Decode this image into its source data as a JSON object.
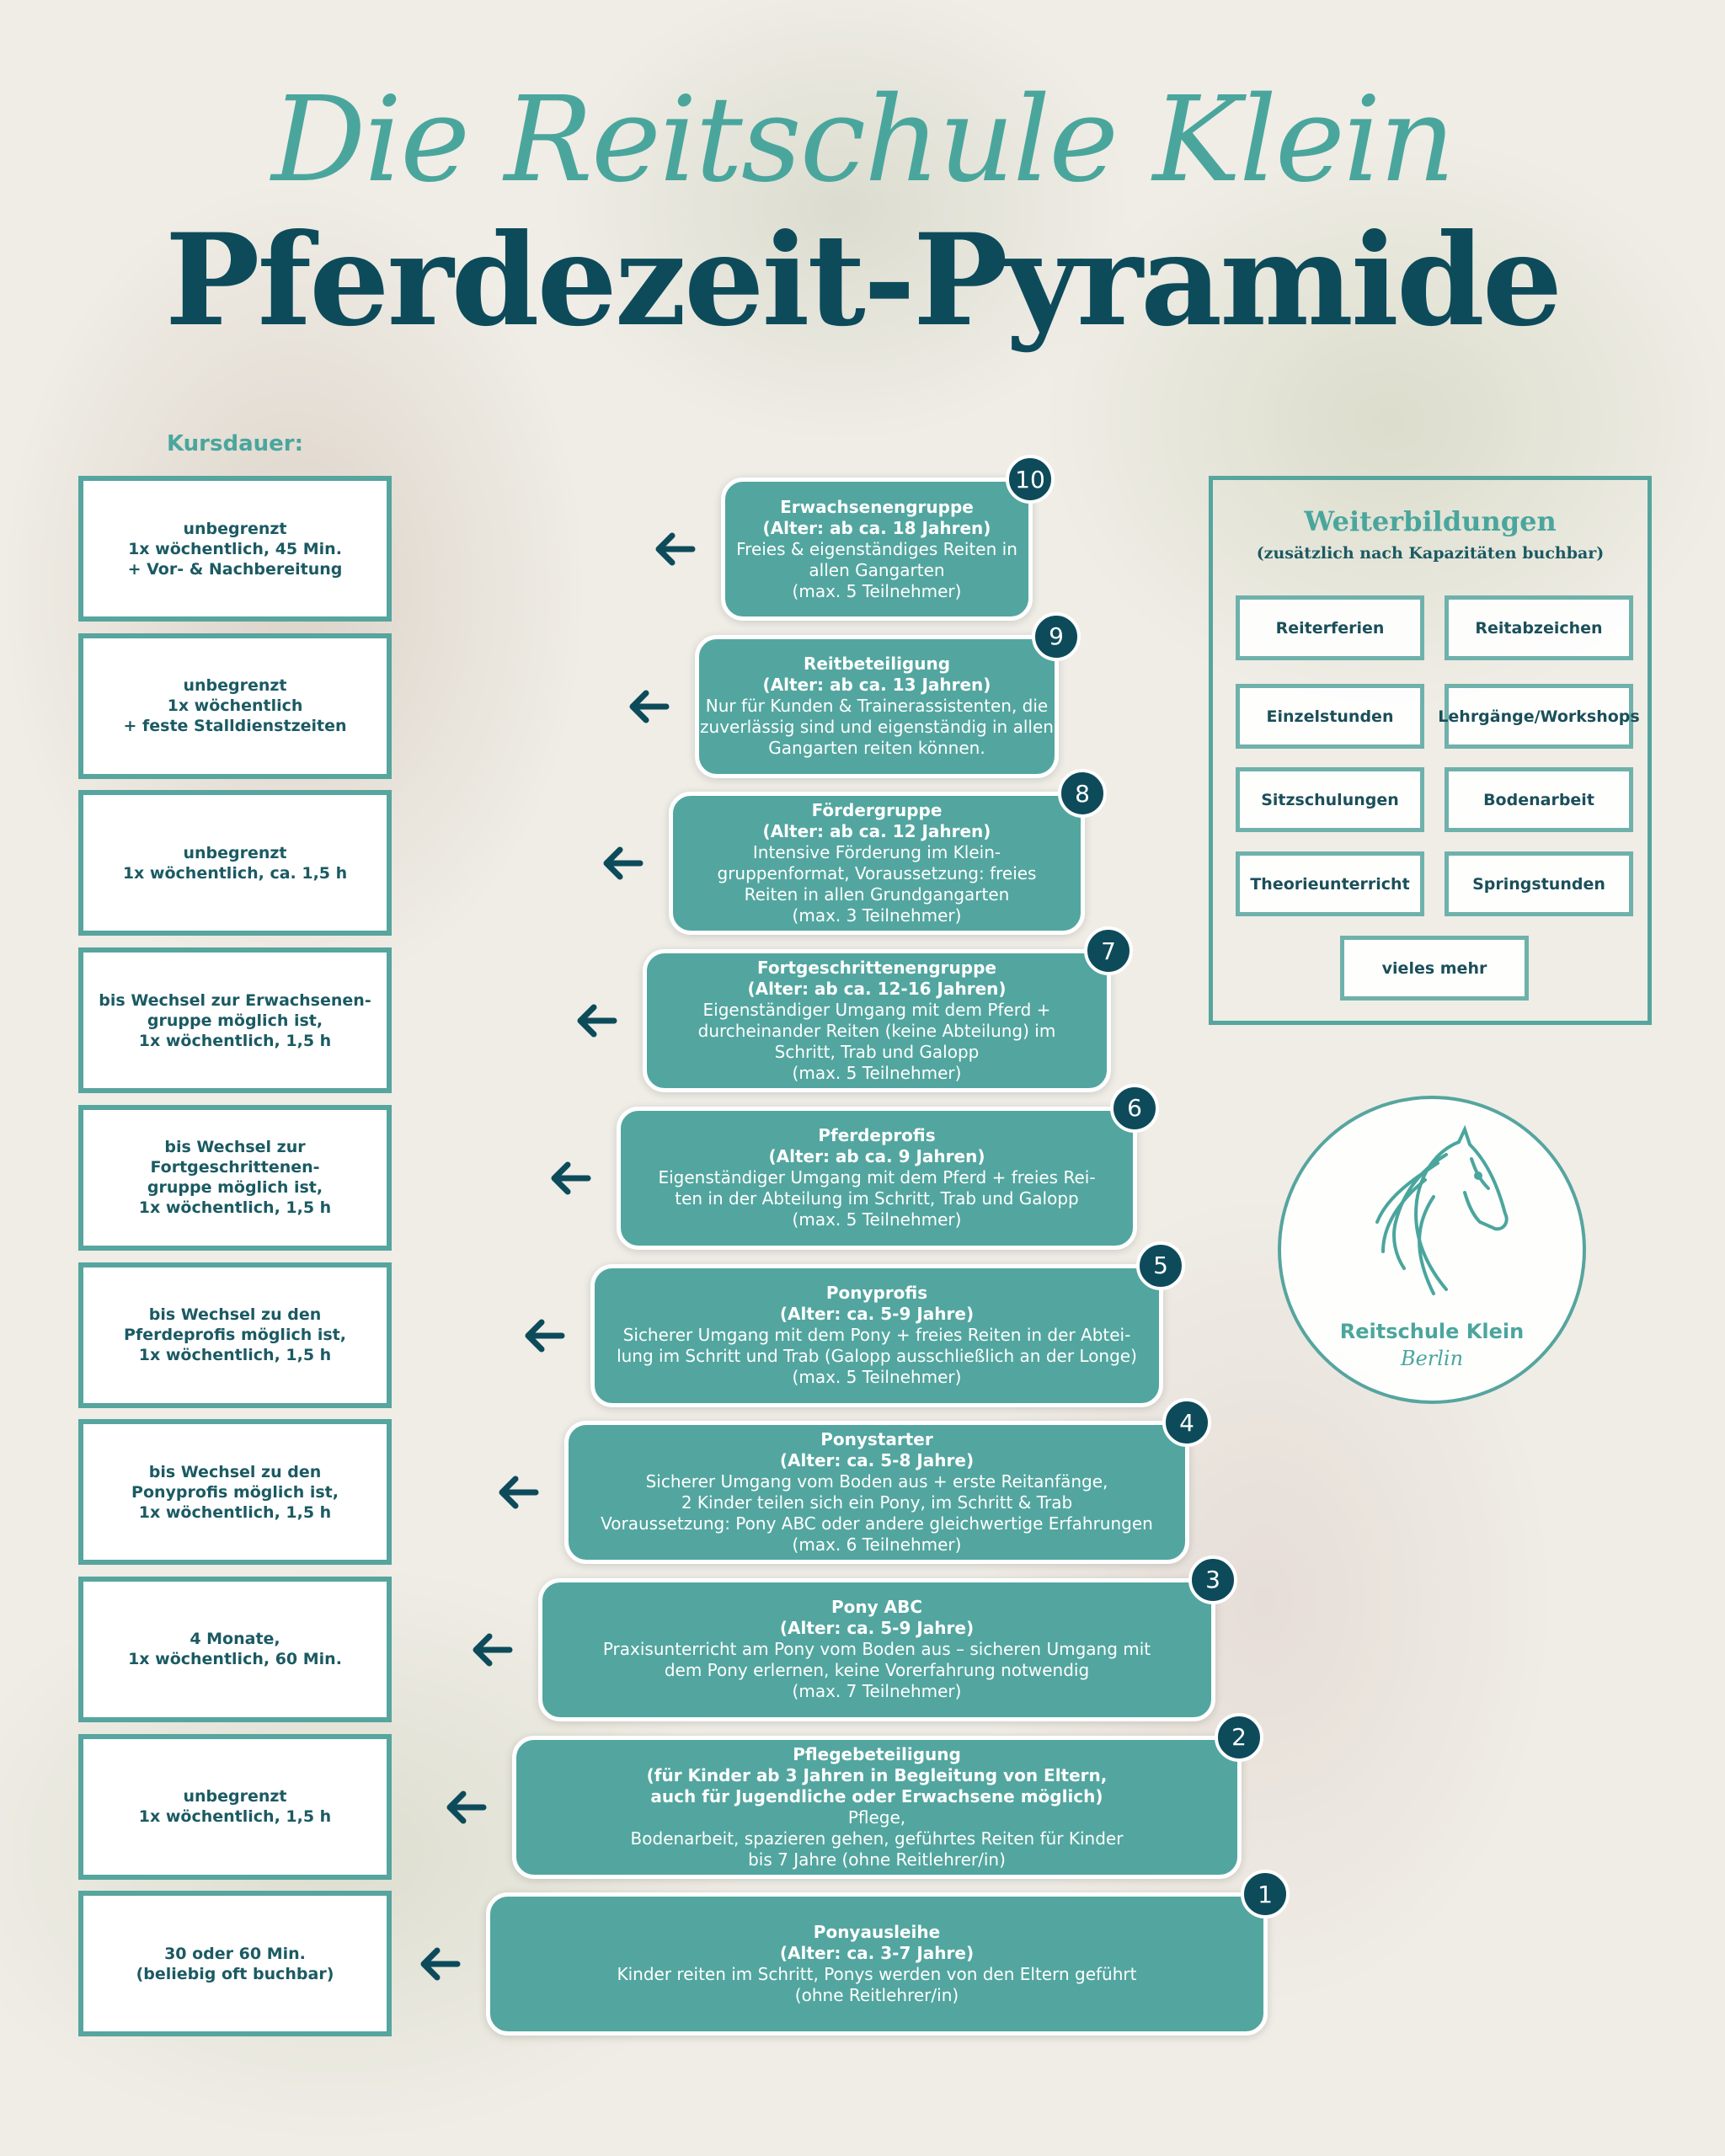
{
  "header": {
    "script_title": "Die Reitschule Klein",
    "title": "Pferdezeit-Pyramide"
  },
  "kursdauer": {
    "label": "Kursdauer:",
    "items": [
      "unbegrenzt\n1x wöchentlich, 45 Min.\n+ Vor- & Nachbereitung",
      "unbegrenzt\n1x wöchentlich\n+ feste Stalldienstzeiten",
      "unbegrenzt\n1x wöchentlich, ca. 1,5 h",
      "bis Wechsel zur Erwachsenen-\ngruppe möglich ist,\n1x wöchentlich, 1,5 h",
      "bis Wechsel zur Fortgeschrittenen-\ngruppe möglich ist,\n1x wöchentlich, 1,5 h",
      "bis Wechsel zu den\nPferdeprofis möglich ist,\n1x wöchentlich, 1,5 h",
      "bis Wechsel zu den\nPonyprofis möglich ist,\n1x wöchentlich, 1,5 h",
      "4 Monate,\n1x wöchentlich, 60 Min.",
      "unbegrenzt\n1x wöchentlich, 1,5 h",
      "30 oder 60 Min.\n(beliebig oft buchbar)"
    ]
  },
  "pyramid": [
    {
      "number": "10",
      "title": "Erwachsenengruppe",
      "age": "(Alter: ab ca. 18 Jahren)",
      "desc": "Freies & eigenständiges Reiten in\nallen Gangarten",
      "max": "(max. 5 Teilnehmer)"
    },
    {
      "number": "9",
      "title": "Reitbeteiligung",
      "age": "(Alter: ab ca. 13 Jahren)",
      "desc": "Nur für Kunden & Trainerassistenten, die\nzuverlässig sind und eigenständig in allen\nGangarten reiten können.",
      "max": ""
    },
    {
      "number": "8",
      "title": "Fördergruppe",
      "age": "(Alter: ab ca. 12 Jahren)",
      "desc": "Intensive Förderung im Klein-\ngruppenformat, Voraussetzung: freies\nReiten in allen Grundgangarten",
      "max": "(max. 3 Teilnehmer)"
    },
    {
      "number": "7",
      "title": "Fortgeschrittenengruppe",
      "age": "(Alter: ab ca. 12-16 Jahren)",
      "desc": "Eigenständiger Umgang mit dem Pferd +\ndurcheinander Reiten (keine Abteilung) im\nSchritt, Trab und Galopp",
      "max": "(max. 5 Teilnehmer)"
    },
    {
      "number": "6",
      "title": "Pferdeprofis",
      "age": "(Alter: ab ca. 9 Jahren)",
      "desc": "Eigenständiger Umgang mit dem Pferd + freies Rei-\nten in der Abteilung im Schritt, Trab und Galopp",
      "max": "(max. 5 Teilnehmer)"
    },
    {
      "number": "5",
      "title": "Ponyprofis",
      "age": "(Alter: ca. 5-9 Jahre)",
      "desc": "Sicherer Umgang mit dem Pony + freies Reiten in der Abtei-\nlung im Schritt und Trab (Galopp ausschließlich an der Longe)",
      "max": "(max. 5 Teilnehmer)"
    },
    {
      "number": "4",
      "title": "Ponystarter",
      "age": "(Alter: ca. 5-8 Jahre)",
      "desc": "Sicherer Umgang vom Boden aus + erste Reitanfänge,\n2 Kinder teilen sich ein Pony, im Schritt & Trab\nVoraussetzung: Pony ABC oder andere gleichwertige Erfahrungen",
      "max": "(max. 6 Teilnehmer)"
    },
    {
      "number": "3",
      "title": "Pony ABC",
      "age": "(Alter: ca. 5-9 Jahre)",
      "desc": "Praxisunterricht am Pony vom Boden aus – sicheren Umgang mit\ndem Pony erlernen, keine Vorerfahrung notwendig",
      "max": "(max. 7 Teilnehmer)"
    },
    {
      "number": "2",
      "title": "Pflegebeteiligung",
      "age": "(für Kinder ab 3 Jahren in Begleitung von Eltern,\nauch für Jugendliche oder Erwachsene möglich)",
      "desc": "Pflege,\nBodenarbeit, spazieren gehen, geführtes Reiten für Kinder\nbis 7 Jahre (ohne Reitlehrer/in)",
      "max": ""
    },
    {
      "number": "1",
      "title": "Ponyausleihe",
      "age": "(Alter: ca. 3-7 Jahre)",
      "desc": "Kinder reiten im Schritt, Ponys werden von den Eltern geführt\n(ohne Reitlehrer/in)",
      "max": ""
    }
  ],
  "weiterbildungen": {
    "title": "Weiterbildungen",
    "subtitle": "(zusätzlich nach Kapazitäten buchbar)",
    "items": [
      "Reiterferien",
      "Reitabzeichen",
      "Einzelstunden",
      "Lehrgänge/Workshops",
      "Sitzschulungen",
      "Bodenarbeit",
      "Theorieunterricht",
      "Springstunden",
      "vieles mehr"
    ]
  },
  "logo": {
    "name": "Reitschule Klein",
    "city": "Berlin"
  },
  "colors": {
    "teal": "#52a69f",
    "dark_teal": "#0d4b5b",
    "accent": "#4aa69d"
  }
}
